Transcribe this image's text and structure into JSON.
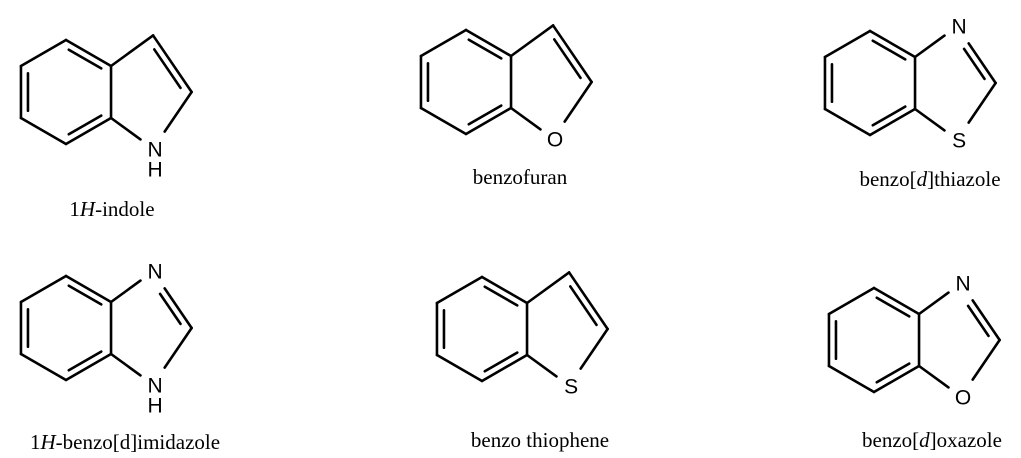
{
  "molecules": [
    {
      "id": "indole",
      "hetero_atoms": {
        "pos1": "",
        "pos2": "N",
        "pos2_h": "H"
      },
      "caption": {
        "pre": "1",
        "ital": "H",
        "post": "-indole"
      }
    },
    {
      "id": "benzofuran",
      "hetero_atoms": {
        "pos1": "",
        "pos2": "O"
      },
      "caption": {
        "pre": "benzofuran",
        "ital": "",
        "post": ""
      }
    },
    {
      "id": "benzothiazole",
      "hetero_atoms": {
        "pos1": "N",
        "pos2": "S"
      },
      "caption": {
        "pre": "benzo[",
        "ital": "d",
        "post": "]thiazole"
      }
    },
    {
      "id": "benzimidazole",
      "hetero_atoms": {
        "pos1": "N",
        "pos2": "N",
        "pos2_h": "H"
      },
      "caption": {
        "pre": "1",
        "ital": "H",
        "post": "-benzo[d]imidazole"
      }
    },
    {
      "id": "benzothiophene",
      "hetero_atoms": {
        "pos1": "",
        "pos2": "S"
      },
      "caption": {
        "pre": "benzo thiophene",
        "ital": "",
        "post": ""
      }
    },
    {
      "id": "benzoxazole",
      "hetero_atoms": {
        "pos1": "N",
        "pos2": "O"
      },
      "caption": {
        "pre": "benzo[",
        "ital": "d",
        "post": "]oxazole"
      }
    }
  ]
}
